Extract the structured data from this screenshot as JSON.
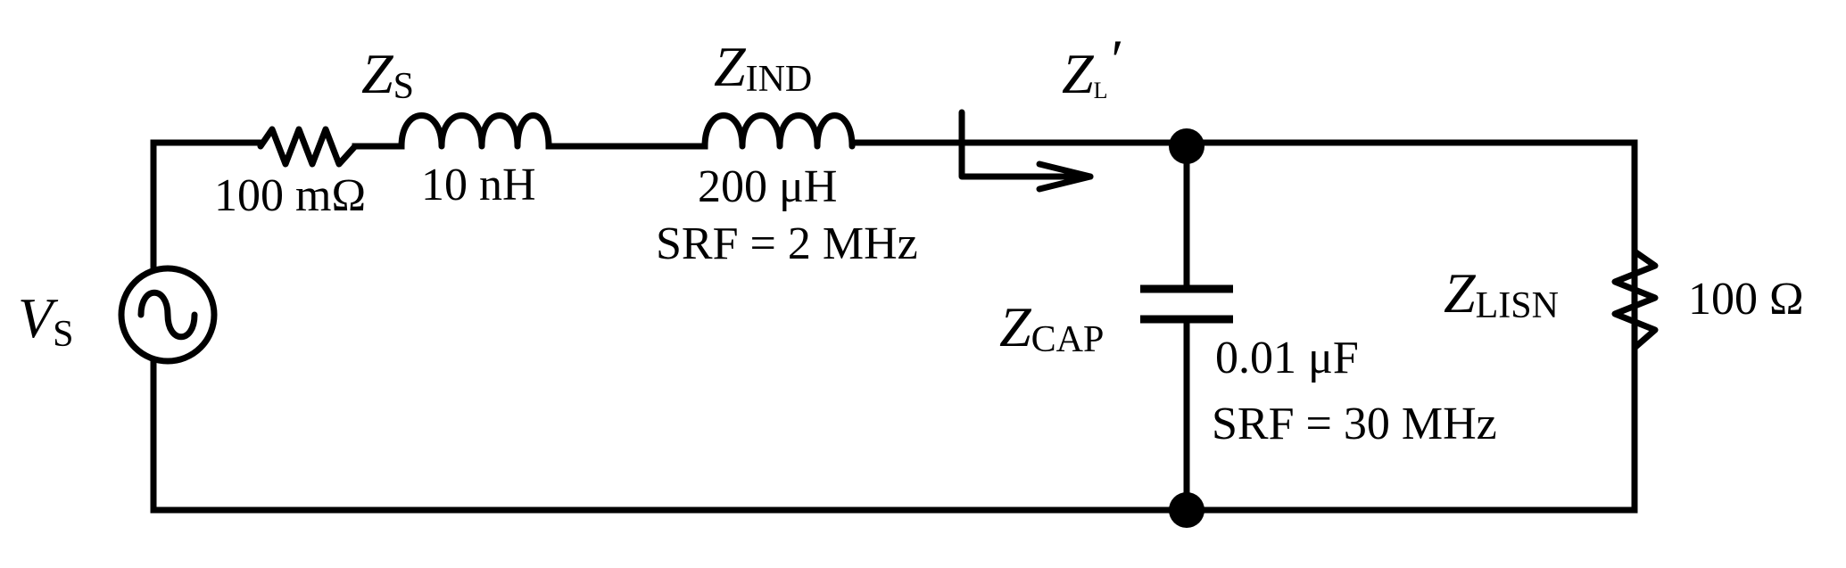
{
  "source": {
    "label_main": "V",
    "label_sub": "S"
  },
  "zs": {
    "label_main": "Z",
    "label_sub": "S",
    "resistor_value": "100 mΩ",
    "inductor_value": "10 nH"
  },
  "zind": {
    "label_main": "Z",
    "label_sub": "IND",
    "value": "200 μH",
    "srf": "SRF = 2 MHz"
  },
  "zl": {
    "label_main": "Z",
    "label_sub": "L",
    "prime": "′"
  },
  "zcap": {
    "label_main": "Z",
    "label_sub": "CAP",
    "value": "0.01 μF",
    "srf": "SRF = 30 MHz"
  },
  "zlisn": {
    "label_main": "Z",
    "label_sub": "LISN",
    "value": "100 Ω"
  }
}
